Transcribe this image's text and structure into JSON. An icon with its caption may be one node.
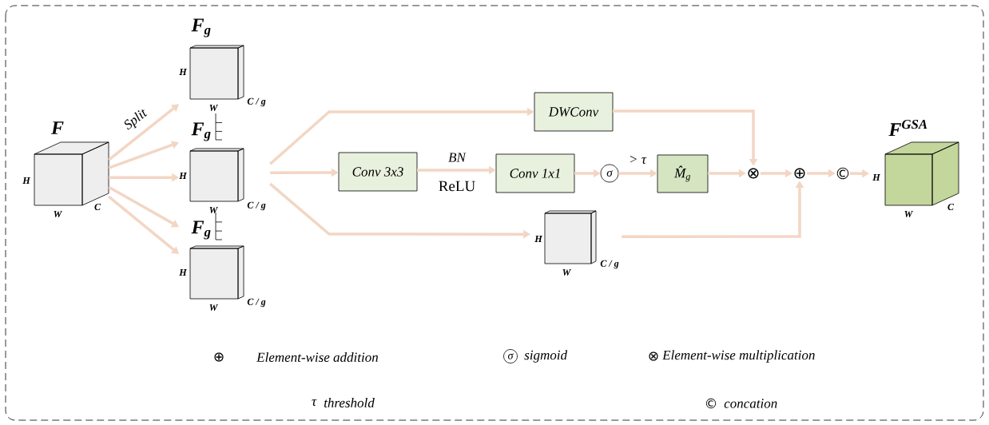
{
  "diagram": {
    "nodes": [
      {
        "text": [
          "F",
          "H",
          "W",
          "C"
        ]
      },
      {
        "text": [
          "F$_{g}$",
          "H",
          "W",
          "C / g"
        ]
      },
      {
        "text": [
          "F$_{g}$",
          "H",
          "W",
          "C / g"
        ]
      },
      {
        "text": [
          "F$_{g}$",
          "H",
          "W",
          "C / g"
        ]
      },
      {
        "text": [
          "Conv 3x3"
        ]
      },
      {
        "text": [
          "DWConv"
        ]
      },
      {
        "text": [
          "Conv 1x1"
        ]
      },
      {
        "text": [
          "σ"
        ]
      },
      {
        "text": [
          "M̂$_{g}$"
        ]
      },
      {
        "text": [
          "H",
          "W",
          "C / g"
        ]
      },
      {
        "text": [
          "⊗"
        ]
      },
      {
        "text": [
          "⊕"
        ]
      },
      {
        "text": [
          "©"
        ]
      },
      {
        "text": [
          "F$^{GSA}$",
          "H",
          "W",
          "C"
        ]
      }
    ],
    "edges": [
      {
        "from": 0,
        "to": 1,
        "arrow": "to",
        "label": "Split"
      },
      {
        "from": 0,
        "to": 2,
        "arrow": "to"
      },
      {
        "from": 0,
        "to": 2,
        "arrow": "to"
      },
      {
        "from": 0,
        "to": 3,
        "arrow": "to"
      },
      {
        "from": 0,
        "to": 3,
        "arrow": "to"
      },
      {
        "from": 2,
        "to": 5,
        "arrow": "to"
      },
      {
        "from": 2,
        "to": 4,
        "arrow": "to"
      },
      {
        "from": 2,
        "to": 9,
        "arrow": "to"
      },
      {
        "from": 4,
        "to": 6,
        "arrow": "to",
        "label": "BN"
      },
      {
        "from": 6,
        "to": 7,
        "arrow": "to"
      },
      {
        "from": 7,
        "to": 8,
        "arrow": "to",
        "label": "> τ"
      },
      {
        "from": 8,
        "to": 10,
        "arrow": "to"
      },
      {
        "from": 5,
        "to": 10,
        "arrow": "to"
      },
      {
        "from": 10,
        "to": 11,
        "arrow": "to"
      },
      {
        "from": 9,
        "to": 11,
        "arrow": "to"
      },
      {
        "from": 11,
        "to": 12,
        "arrow": "to"
      },
      {
        "from": 12,
        "to": 13,
        "arrow": "to"
      }
    ],
    "labels": [
      "ReLU",
      "⊕",
      "Element-wise addition",
      "σ",
      "sigmoid",
      "⊗",
      "Element-wise multiplication",
      "τ",
      "threshold",
      "©",
      "concation"
    ]
  }
}
